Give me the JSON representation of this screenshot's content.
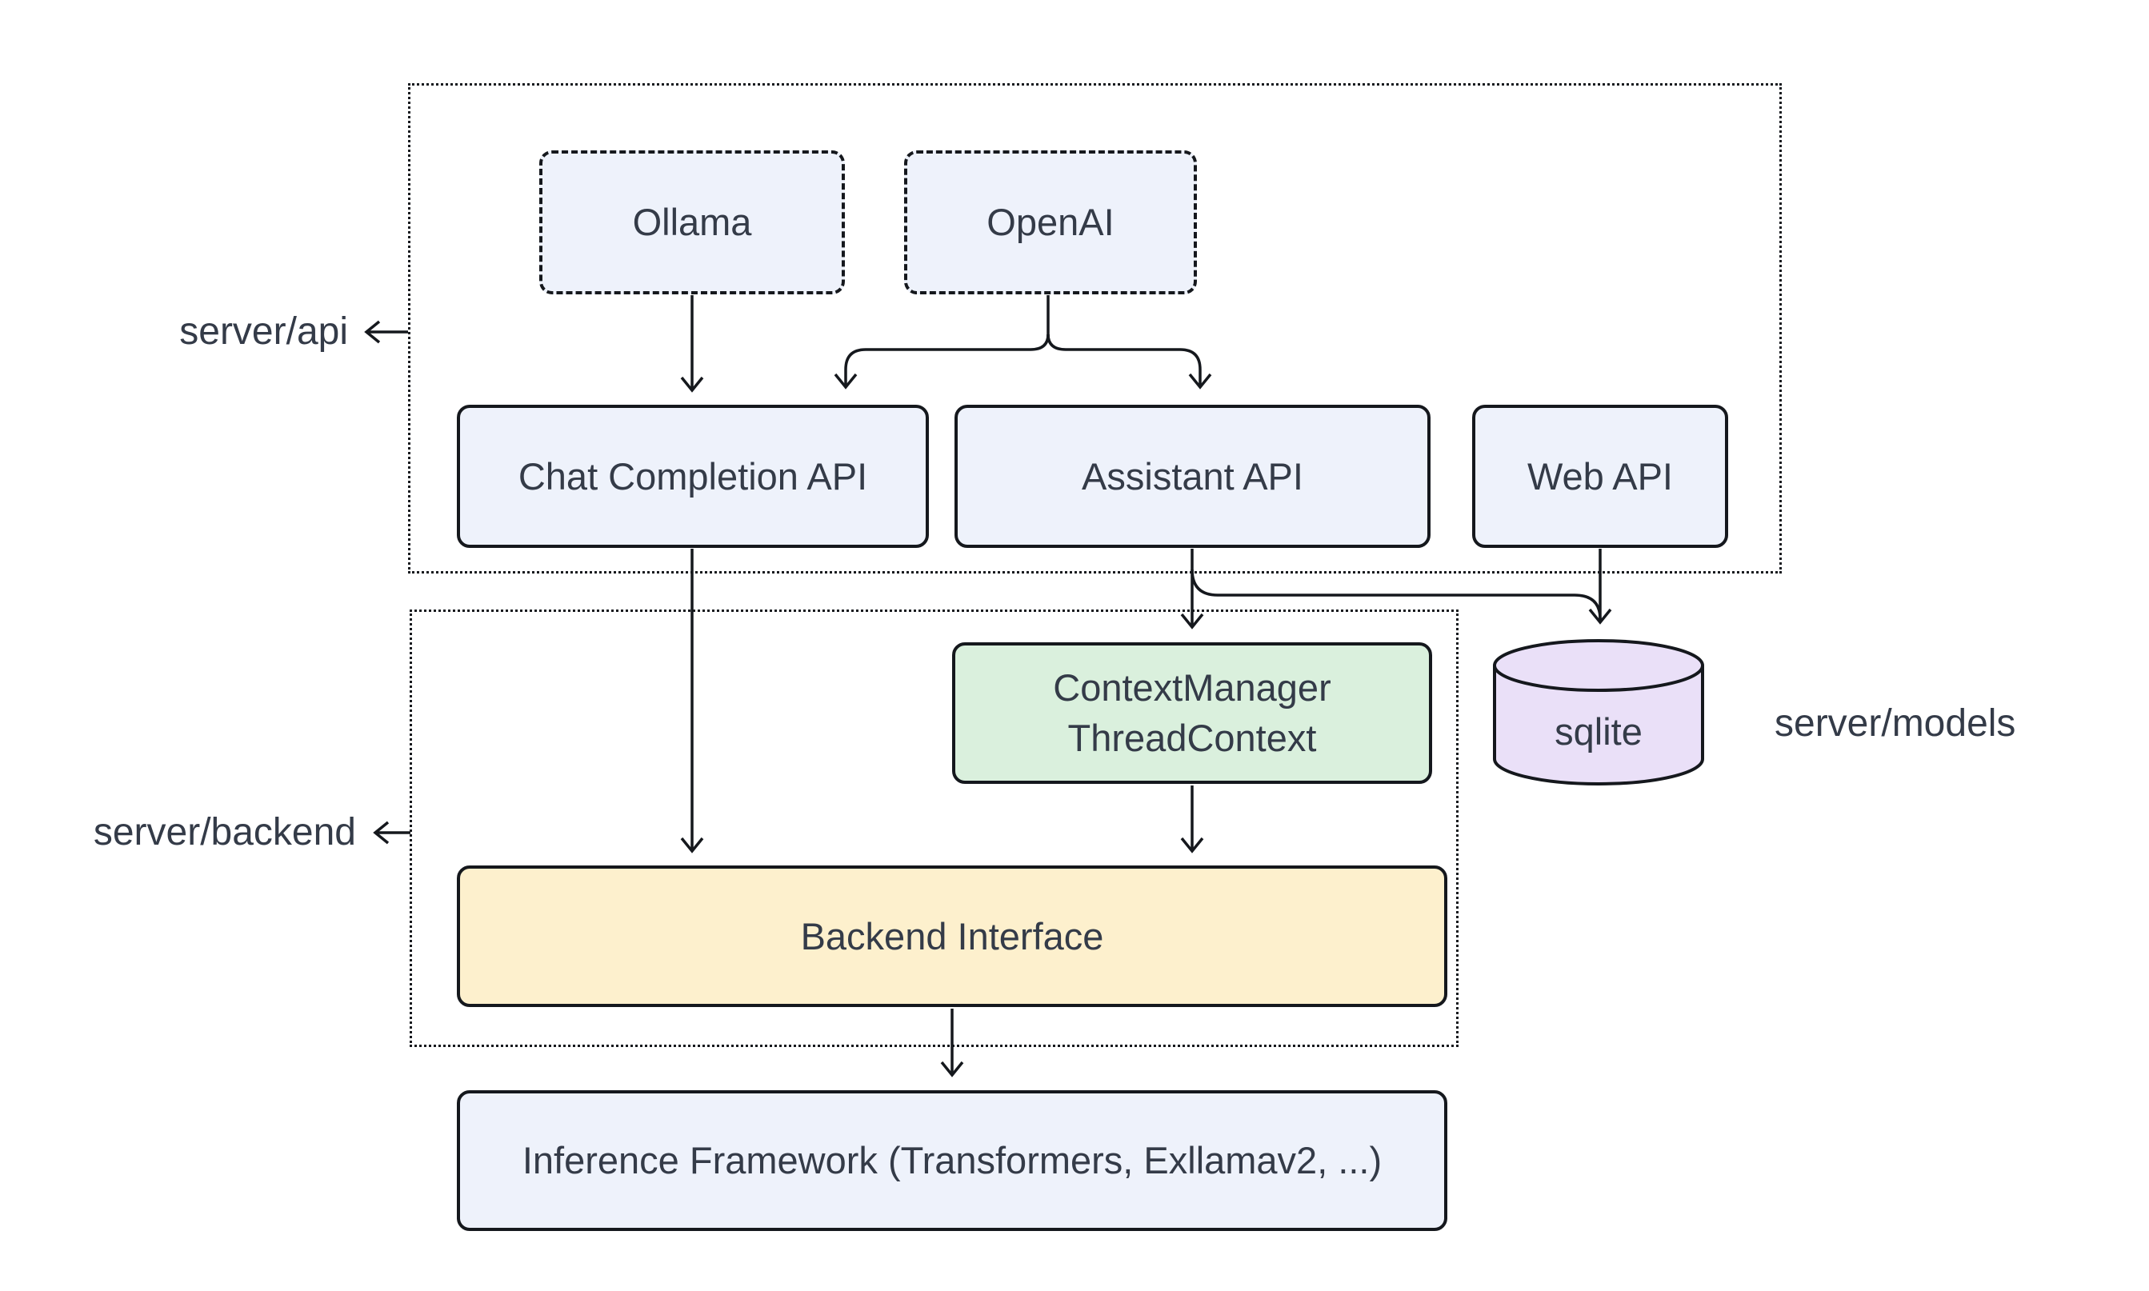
{
  "diagram": {
    "groups": [
      {
        "id": "server-api",
        "label": "server/api"
      },
      {
        "id": "server-backend",
        "label": "server/backend"
      }
    ],
    "external_label": {
      "models": "server/models"
    },
    "nodes": {
      "ollama": {
        "label": "Ollama",
        "shape": "dashed-box",
        "fill": "#eef2fb"
      },
      "openai": {
        "label": "OpenAI",
        "shape": "dashed-box",
        "fill": "#eef2fb"
      },
      "chat_completion": {
        "label": "Chat Completion API",
        "shape": "box",
        "fill": "#eef2fb"
      },
      "assistant_api": {
        "label": "Assistant API",
        "shape": "box",
        "fill": "#eef2fb"
      },
      "web_api": {
        "label": "Web API",
        "shape": "box",
        "fill": "#eef2fb"
      },
      "context_manager": {
        "label_line1": "ContextManager",
        "label_line2": "ThreadContext",
        "shape": "box",
        "fill": "#daf0dd"
      },
      "sqlite": {
        "label": "sqlite",
        "shape": "cylinder",
        "fill": "#eae0f8"
      },
      "backend_interface": {
        "label": "Backend Interface",
        "shape": "box",
        "fill": "#fdf0cd"
      },
      "inference": {
        "label": "Inference Framework (Transformers, Exllamav2, ...)",
        "shape": "box",
        "fill": "#eef2fb"
      }
    },
    "edges": [
      {
        "from": "Ollama",
        "to": "Chat Completion API"
      },
      {
        "from": "OpenAI",
        "to": "Chat Completion API"
      },
      {
        "from": "OpenAI",
        "to": "Assistant API"
      },
      {
        "from": "Chat Completion API",
        "to": "Backend Interface"
      },
      {
        "from": "Assistant API",
        "to": "ContextManager ThreadContext"
      },
      {
        "from": "Assistant API",
        "to": "sqlite"
      },
      {
        "from": "Web API",
        "to": "sqlite"
      },
      {
        "from": "ContextManager ThreadContext",
        "to": "Backend Interface"
      },
      {
        "from": "Backend Interface",
        "to": "Inference Framework (Transformers, Exllamav2, ...)"
      }
    ],
    "colors": {
      "background": "#ffffff",
      "stroke": "#15181d",
      "text": "#343b48",
      "node_blue": "#eef2fb",
      "node_green": "#daf0dd",
      "node_yellow": "#fdf0cd",
      "node_purple": "#eae0f8"
    }
  }
}
